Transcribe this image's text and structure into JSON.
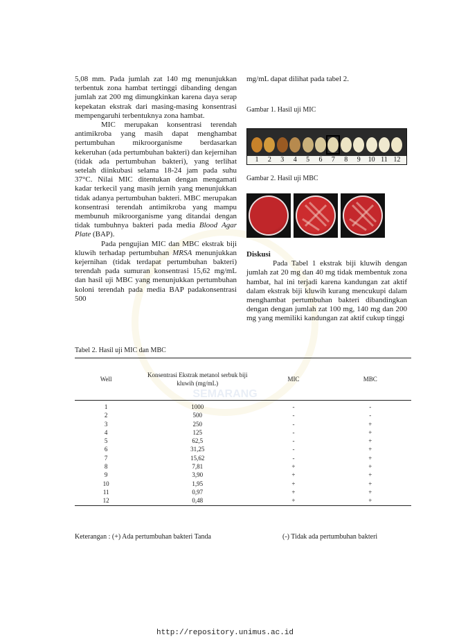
{
  "watermark": {
    "text": "SEMARANG"
  },
  "left_column": {
    "paragraphs": [
      "5,08 mm. Pada jumlah zat 140 mg menunjukkan terbentuk zona hambat tertinggi dibanding dengan jumlah zat 200 mg dimungkinkan karena daya serap kepekatan ekstrak dari masing-masing konsentrasi mempengaruhi terbentuknya zona hambat.",
      "MIC merupakan konsentrasi terendah antimikroba yang masih dapat menghambat pertumbuhan mikroorganisme berdasarkan kekeruhan (ada pertumbuhan bakteri) dan kejernihan (tidak ada pertumbuhan bakteri), yang terlihat setelah diinkubasi selama 18-24 jam pada suhu 37°C. Nilai MIC ditentukan dengan mengamati kadar terkecil yang masih jernih yang menunjukkan tidak adanya pertumbuhan bakteri. MBC merupakan konsentrasi terendah antimikroba yang mampu membunuh mikroorganisme yang ditandai dengan tidak tumbuhnya bakteri pada media ",
      "Pada pengujian MIC dan MBC ekstrak biji kluwih terhadap pertumbuhan ",
      " menunjukkan kejernihan (tidak terdapat pertumbuhan bakteri) terendah pada sumuran konsentrasi 15,62 mg/mL dan hasil uji MBC yang menunjukkan pertumbuhan koloni terendah pada media BAP padakonsentrasi 500"
    ],
    "italic_bap": "Blood Agar Plate",
    "bap_suffix": " (BAP).",
    "italic_mrsa": "MRSA"
  },
  "right_column": {
    "intro": "mg/mL dapat dilihat pada tabel 2.",
    "figure1_caption": "Gambar 1. Hasil uji MIC",
    "figure2_caption": "Gambar 2. Hasil uji MBC",
    "diskusi_heading": "Diskusi",
    "diskusi_text": "Pada Tabel 1 ekstrak biji kluwih dengan jumlah zat 20 mg dan 40 mg tidak membentuk zona hambat, hal ini terjadi karena kandungan zat aktif dalam ekstrak biji kluwih kurang mencukupi dalam menghambat pertumbuhan bakteri dibandingkan dengan dengan jumlah zat 100 mg, 140 mg dan 200 mg yang memiliki kandungan zat aktif cukup tinggi"
  },
  "mic_wells": {
    "numbers": [
      "1",
      "2",
      "3",
      "4",
      "5",
      "6",
      "7",
      "8",
      "9",
      "10",
      "11",
      "12"
    ],
    "colors": [
      "#c8822a",
      "#d39a3c",
      "#9a5a22",
      "#b78a4e",
      "#c9b07a",
      "#d8c89a",
      "#e2d7b0",
      "#ece4c4",
      "#efe8cc",
      "#f0ead0",
      "#efe9cf",
      "#eee6c8"
    ],
    "highlighted": "7"
  },
  "mbc_plates": {
    "colors": [
      "#c0262a",
      "#cc2c2e",
      "#c4282c"
    ]
  },
  "table": {
    "caption": "Tabel 2. Hasil uji MIC dan MBC",
    "headers": {
      "well": "Well",
      "konsentrasi": "Konsentrasi Ekstrak metanol serbuk biji kluwih (mg/mL)",
      "mic": "MIC",
      "mbc": "MBC"
    },
    "rows": [
      [
        "1",
        "1000",
        "-",
        "-"
      ],
      [
        "2",
        "500",
        "-",
        "-"
      ],
      [
        "3",
        "250",
        "-",
        "+"
      ],
      [
        "4",
        "125",
        "-",
        "+"
      ],
      [
        "5",
        "62,5",
        "-",
        "+"
      ],
      [
        "6",
        "31,25",
        "-",
        "+"
      ],
      [
        "7",
        "15,62",
        "-",
        "+"
      ],
      [
        "8",
        "7,81",
        "+",
        "+"
      ],
      [
        "9",
        "3,90",
        "+",
        "+"
      ],
      [
        "10",
        "1,95",
        "+",
        "+"
      ],
      [
        "11",
        "0,97",
        "+",
        "+"
      ],
      [
        "12",
        "0,48",
        "+",
        "+"
      ]
    ]
  },
  "keterangan": {
    "left": "Keterangan :  (+) Ada pertumbuhan bakteri Tanda",
    "right": "(-) Tidak ada pertumbuhan bakteri"
  },
  "footer": {
    "url": "http://repository.unimus.ac.id"
  }
}
